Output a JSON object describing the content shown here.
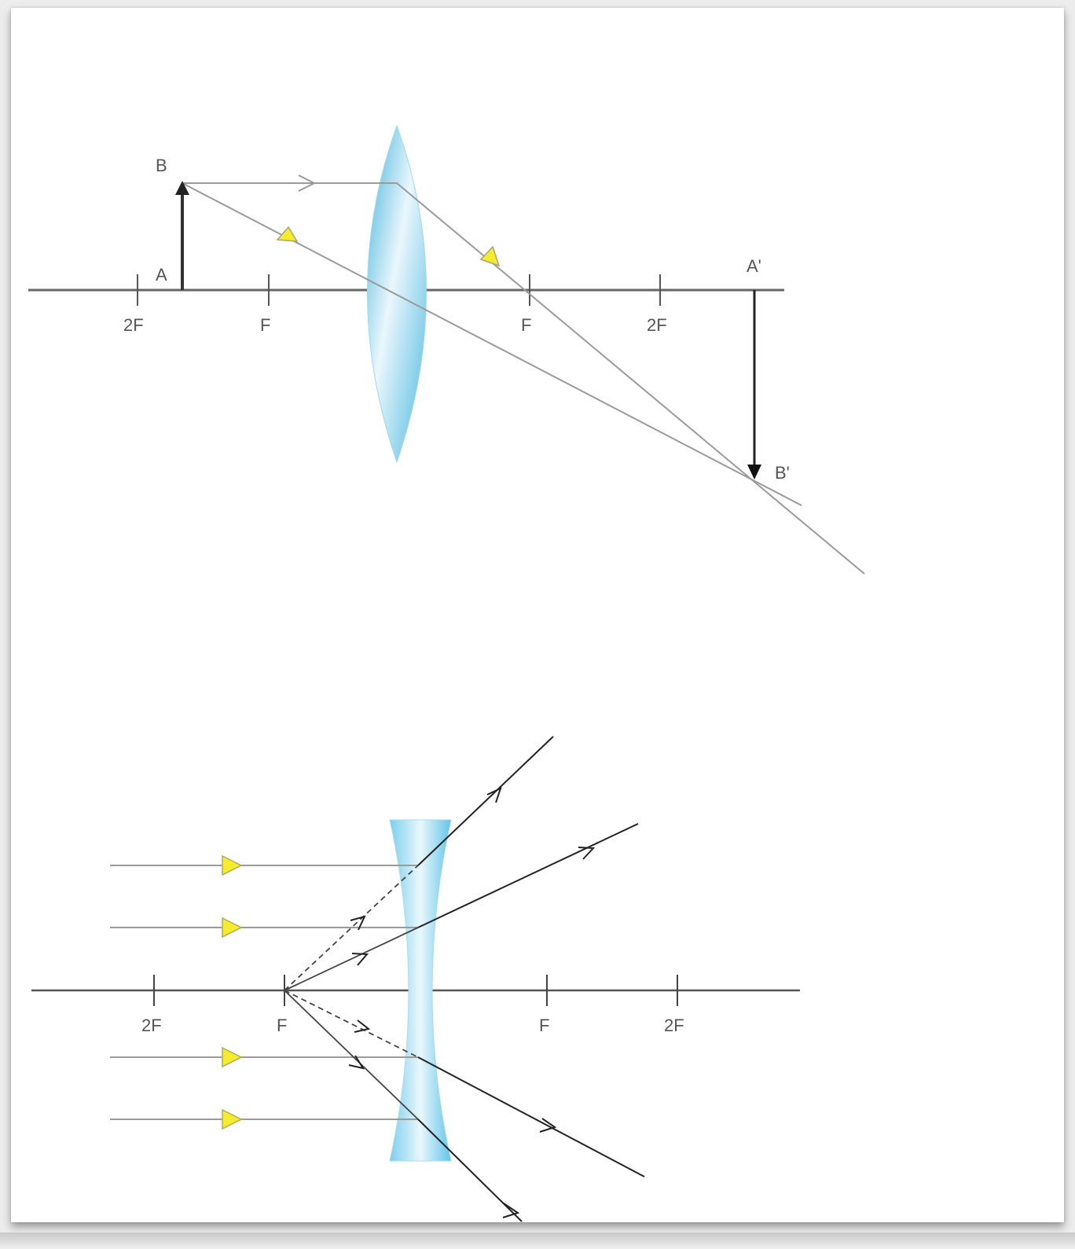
{
  "convex_diagram": {
    "axis_labels": [
      "2F",
      "F",
      "F",
      "2F"
    ],
    "point_labels": {
      "object_top": "B",
      "object_base": "A",
      "image_base": "A'",
      "image_tip": "B'"
    }
  },
  "concave_diagram": {
    "axis_labels": [
      "2F",
      "F",
      "F",
      "2F"
    ]
  },
  "colors": {
    "lens": "#5fc3e6",
    "lens_light": "#e8f6fc",
    "ray_gray": "#9a9a9a",
    "ray_dark": "#3a3a3a",
    "axis": "#666666",
    "arrow_marker": "#f4ec2c"
  }
}
